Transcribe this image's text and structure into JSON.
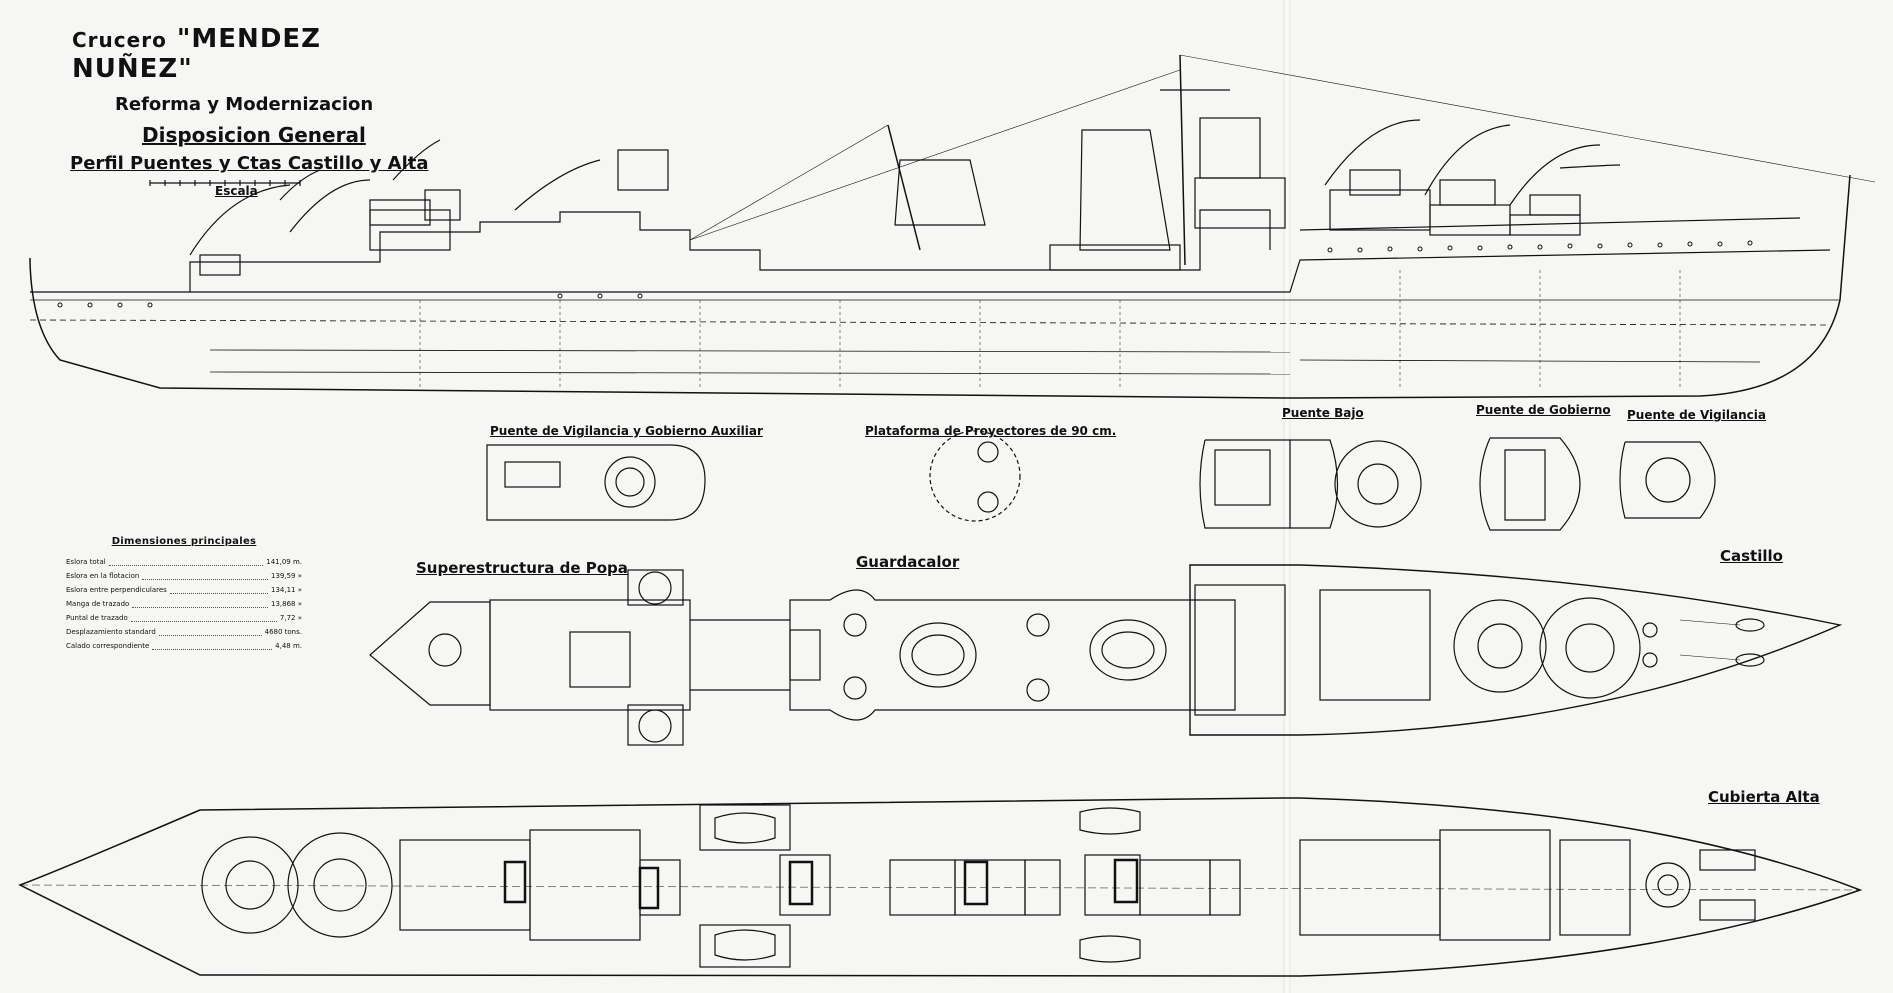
{
  "title": {
    "prefix": "Crucero",
    "ship": "\"MENDEZ NUÑEZ\"",
    "line2": "Reforma y Modernizacion",
    "line3": "Disposicion General",
    "line4": "Perfil Puentes y Ctas Castillo y Alta",
    "scale": "Escala"
  },
  "views": {
    "puente_vigilancia_auxiliar": "Puente de Vigilancia y Gobierno Auxiliar",
    "plataforma_proyectores": "Plataforma de Proyectores de 90 cm.",
    "puente_bajo": "Puente Bajo",
    "puente_gobierno": "Puente de Gobierno",
    "puente_vigilancia": "Puente de Vigilancia",
    "superestructura_popa": "Superestructura de Popa",
    "guardacalor": "Guardacalor",
    "castillo": "Castillo",
    "cubierta_alta": "Cubierta Alta"
  },
  "dimensions": {
    "heading": "Dimensiones principales",
    "rows": [
      {
        "name": "Eslora total",
        "value": "141,09 m."
      },
      {
        "name": "Eslora en la flotacion",
        "value": "139,59 »"
      },
      {
        "name": "Eslora entre perpendiculares",
        "value": "134,11 »"
      },
      {
        "name": "Manga de trazado",
        "value": "13,868 »"
      },
      {
        "name": "Puntal de trazado",
        "value": "7,72 »"
      },
      {
        "name": "Desplazamiento standard",
        "value": "4680 tons."
      },
      {
        "name": "Calado correspondiente",
        "value": "4,48 m."
      }
    ]
  },
  "colors": {
    "ink": "#111111",
    "paper": "#f6f6f4"
  }
}
